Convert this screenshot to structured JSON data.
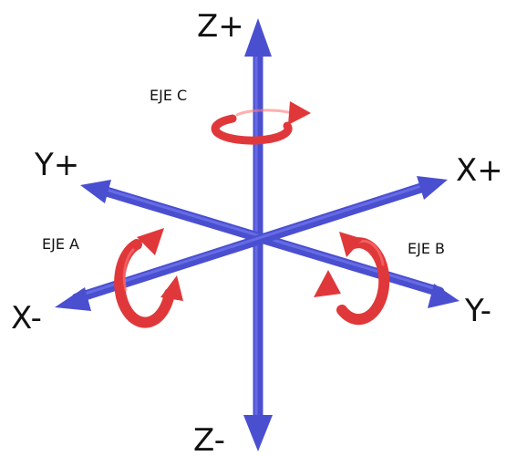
{
  "axes": {
    "z_plus": "Z+",
    "z_minus": "Z-",
    "y_plus": "Y+",
    "y_minus": "Y-",
    "x_plus": "X+",
    "x_minus": "X-"
  },
  "rotations": {
    "a": "EJE A",
    "b": "EJE B",
    "c": "EJE C"
  },
  "colors": {
    "axis": "#4a4fd0",
    "rotation": "#e0383a"
  }
}
